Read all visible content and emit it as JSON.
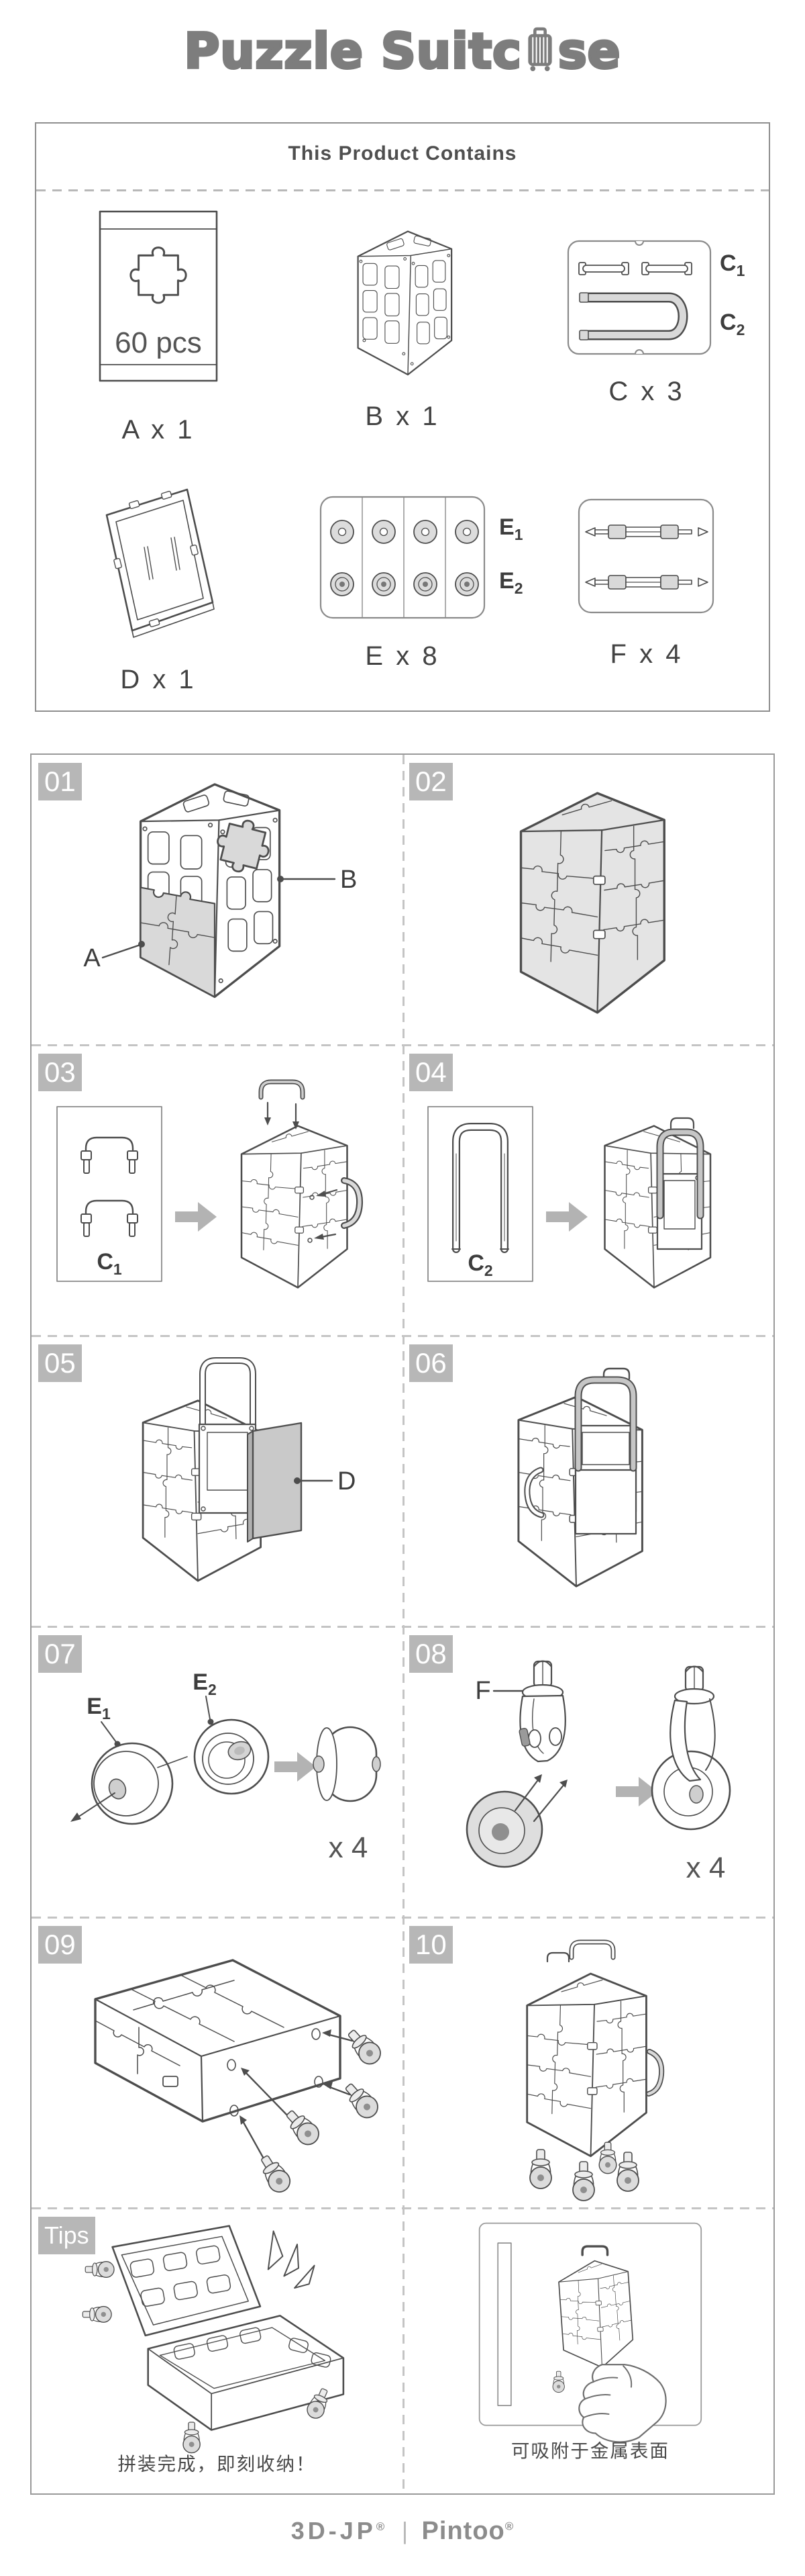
{
  "colors": {
    "line": "#4d4d4d",
    "shade": "#d9d9d9",
    "badge": "#b7b7b7",
    "arrow": "#b3b3b3",
    "border": "#8f8f8f"
  },
  "header": {
    "title_left": "Puzzle Suitc",
    "title_right": "se"
  },
  "contains": {
    "title": "This Product Contains",
    "parts": [
      {
        "label": "A x 1",
        "bag_text": "60 pcs"
      },
      {
        "label": "B x 1"
      },
      {
        "label": "C x 3",
        "sub1_base": "C",
        "sub1_sub": "1",
        "sub2_base": "C",
        "sub2_sub": "2"
      },
      {
        "label": "D x 1"
      },
      {
        "label": "E x 8",
        "sub1_base": "E",
        "sub1_sub": "1",
        "sub2_base": "E",
        "sub2_sub": "2"
      },
      {
        "label": "F x 4"
      }
    ]
  },
  "steps": [
    {
      "num": "01",
      "label_a": "A",
      "label_b": "B"
    },
    {
      "num": "02"
    },
    {
      "num": "03",
      "part_base": "C",
      "part_sub": "1"
    },
    {
      "num": "04",
      "part_base": "C",
      "part_sub": "2"
    },
    {
      "num": "05",
      "label_d": "D"
    },
    {
      "num": "06"
    },
    {
      "num": "07",
      "e1_base": "E",
      "e1_sub": "1",
      "e2_base": "E",
      "e2_sub": "2",
      "qty": "x 4"
    },
    {
      "num": "08",
      "label_f": "F",
      "qty": "x 4"
    },
    {
      "num": "09"
    },
    {
      "num": "10"
    }
  ],
  "tips": {
    "badge": "Tips",
    "left_caption": "拼装完成，即刻收纳！",
    "right_caption": "可吸附于金属表面"
  },
  "footer": {
    "brand1": "3D-JP",
    "reg1": "®",
    "divider": "|",
    "brand2": "Pintoo",
    "reg2": "®"
  }
}
